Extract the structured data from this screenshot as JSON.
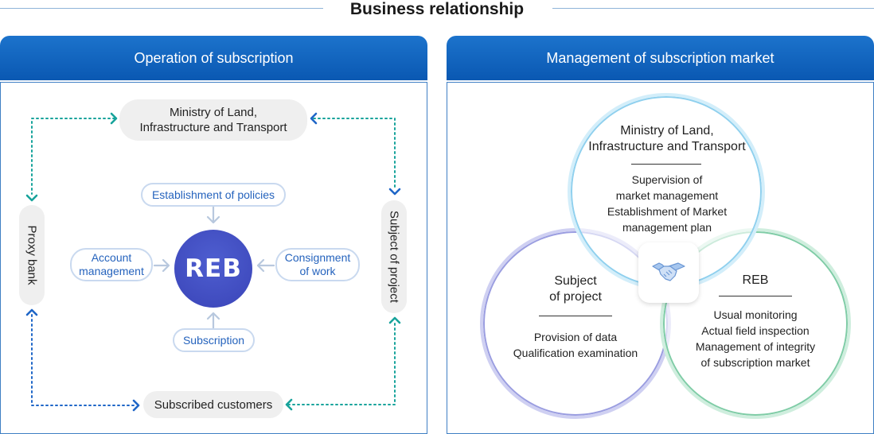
{
  "page_title": "Business relationship",
  "left_panel": {
    "title": "Operation of subscription",
    "ministry": "Ministry of Land,\nInfrastructure and Transport",
    "proxy_bank": "Proxy bank",
    "subject_of_project": "Subject of project",
    "subscribed_customers": "Subscribed customers",
    "center_logo": "REB",
    "functions": {
      "policies": "Establishment of policies",
      "account": "Account\nmanagement",
      "consignment": "Consignment\nof work",
      "subscription": "Subscription"
    }
  },
  "right_panel": {
    "title": "Management of subscription market",
    "ministry": {
      "title": "Ministry of Land,\nInfrastructure and Transport",
      "desc": "Supervision of\nmarket management\nEstablishment of Market\nmanagement plan"
    },
    "subject": {
      "title": "Subject\nof project",
      "desc": "Provision of data\nQualification examination"
    },
    "reb": {
      "title": "REB",
      "desc": "Usual monitoring\nActual field inspection\nManagement of integrity\nof subscription market"
    },
    "center_icon": "handshake-icon"
  },
  "colors": {
    "header_blue": "#0a58b2",
    "reb_purple": "#3a44b8",
    "arrow_teal": "#17a39b",
    "arrow_blue": "#1f66c7",
    "ministry_ring": "#a9dcf2",
    "subject_ring": "#b4b6ea",
    "reb_ring": "#a8ddc3"
  }
}
